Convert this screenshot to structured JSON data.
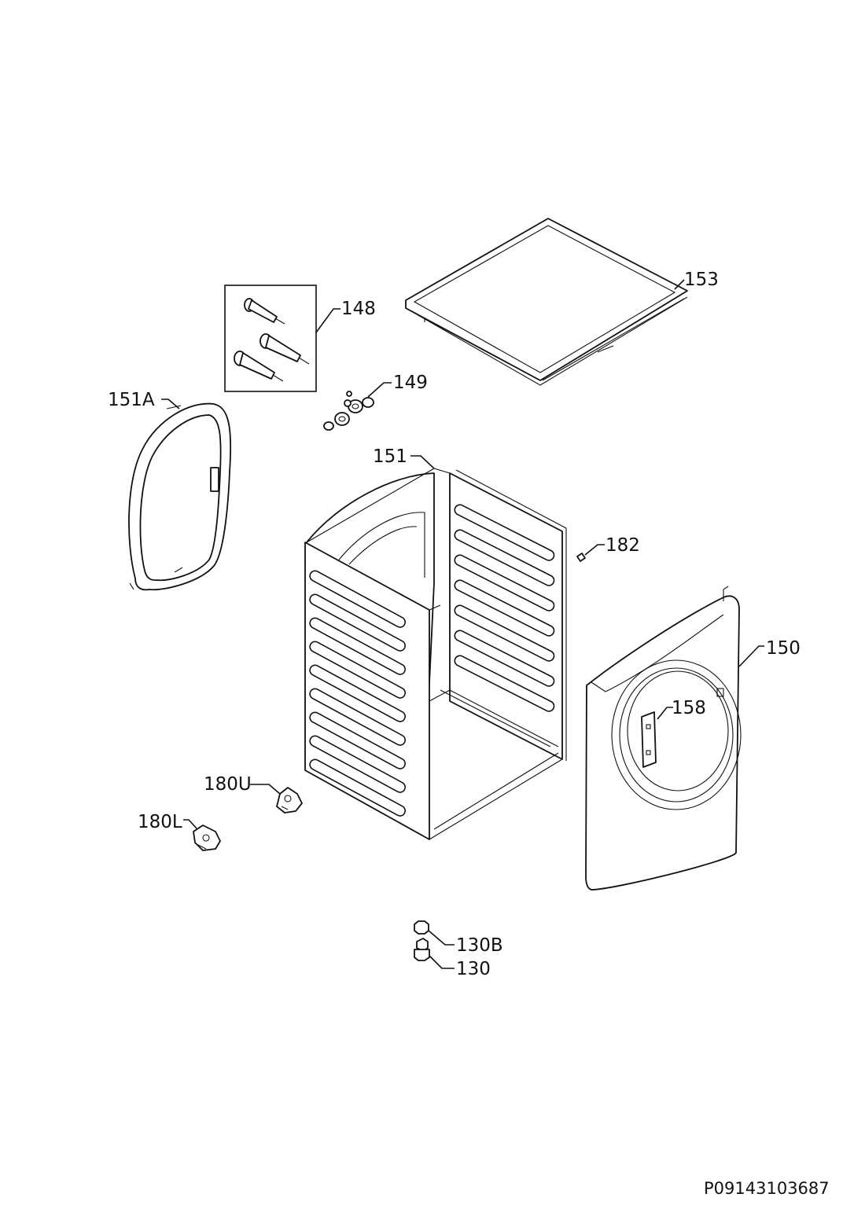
{
  "labels": {
    "l153": "153",
    "l148": "148",
    "l149": "149",
    "l151A": "151A",
    "l151": "151",
    "l182": "182",
    "l150": "150",
    "l158": "158",
    "l180U": "180U",
    "l180L": "180L",
    "l130B": "130B",
    "l130": "130"
  },
  "drawing_code": "P09143103687"
}
